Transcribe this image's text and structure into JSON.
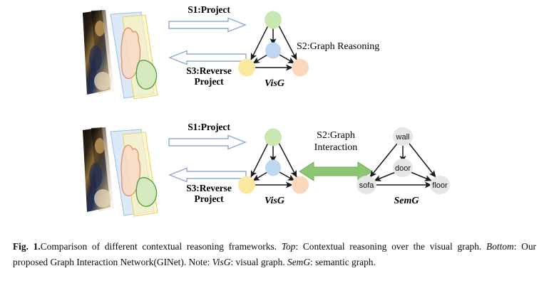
{
  "figure": {
    "id": "fig-1",
    "top_row": {
      "name": "top-framework",
      "project_arrow_label": "S1:Project",
      "reverse_arrow_label": "S3:Reverse\nProject",
      "step_label": "S2:Graph Reasoning",
      "graph_label": "VisG"
    },
    "bottom_row": {
      "name": "bottom-framework",
      "project_arrow_label": "S1:Project",
      "reverse_arrow_label": "S3:Reverse\nProject",
      "step_label": "S2:Graph\nInteraction",
      "vis_graph_label": "VisG",
      "sem_graph_label": "SemG"
    },
    "visual_graph_nodes": [
      {
        "id": "v-top",
        "color": "#c9e7b0"
      },
      {
        "id": "v-center",
        "color": "#bdd7f0"
      },
      {
        "id": "v-left",
        "color": "#fbe9a0"
      },
      {
        "id": "v-right",
        "color": "#fbd7bd"
      }
    ],
    "semantic_graph_nodes": [
      {
        "id": "s-wall",
        "label": "wall",
        "color": "#e6e6e6"
      },
      {
        "id": "s-door",
        "label": "door",
        "color": "#e6e6e6"
      },
      {
        "id": "s-sofa",
        "label": "sofa",
        "color": "#e6e6e6"
      },
      {
        "id": "s-floor",
        "label": "floor",
        "color": "#e6e6e6"
      }
    ],
    "colors": {
      "block_arrow_stroke": "#8fa9d0",
      "block_arrow_fill": "#ffffff",
      "interaction_arrow_fill": "#8dc673",
      "interaction_arrow_stroke": "#6fae57",
      "edge": "#1a1a1a",
      "plane_blue": "#cfe2f5",
      "plane_yellow": "#fdf2bd",
      "plane_salmon": "#f8d9c6",
      "plane_green": "#cfe8bc"
    }
  },
  "caption": {
    "fig_number": "Fig. 1.",
    "part1": "Comparison of different contextual reasoning frameworks. ",
    "top_em": "Top",
    "part2": ": Contextual reasoning over the visual graph. ",
    "bottom_em": "Bottom",
    "part3": ": Our proposed Graph Interaction Network(GINet). Note: ",
    "visg_em": "VisG",
    "part4": ": visual graph. ",
    "semg_em": "SemG",
    "part5": ": semantic graph.",
    "full_text": "Fig. 1. Comparison of different contextual reasoning frameworks. Top: Contextual reasoning over the visual graph. Bottom: Our proposed Graph Interaction Network(GINet). Note: VisG: visual graph. SemG: semantic graph."
  }
}
